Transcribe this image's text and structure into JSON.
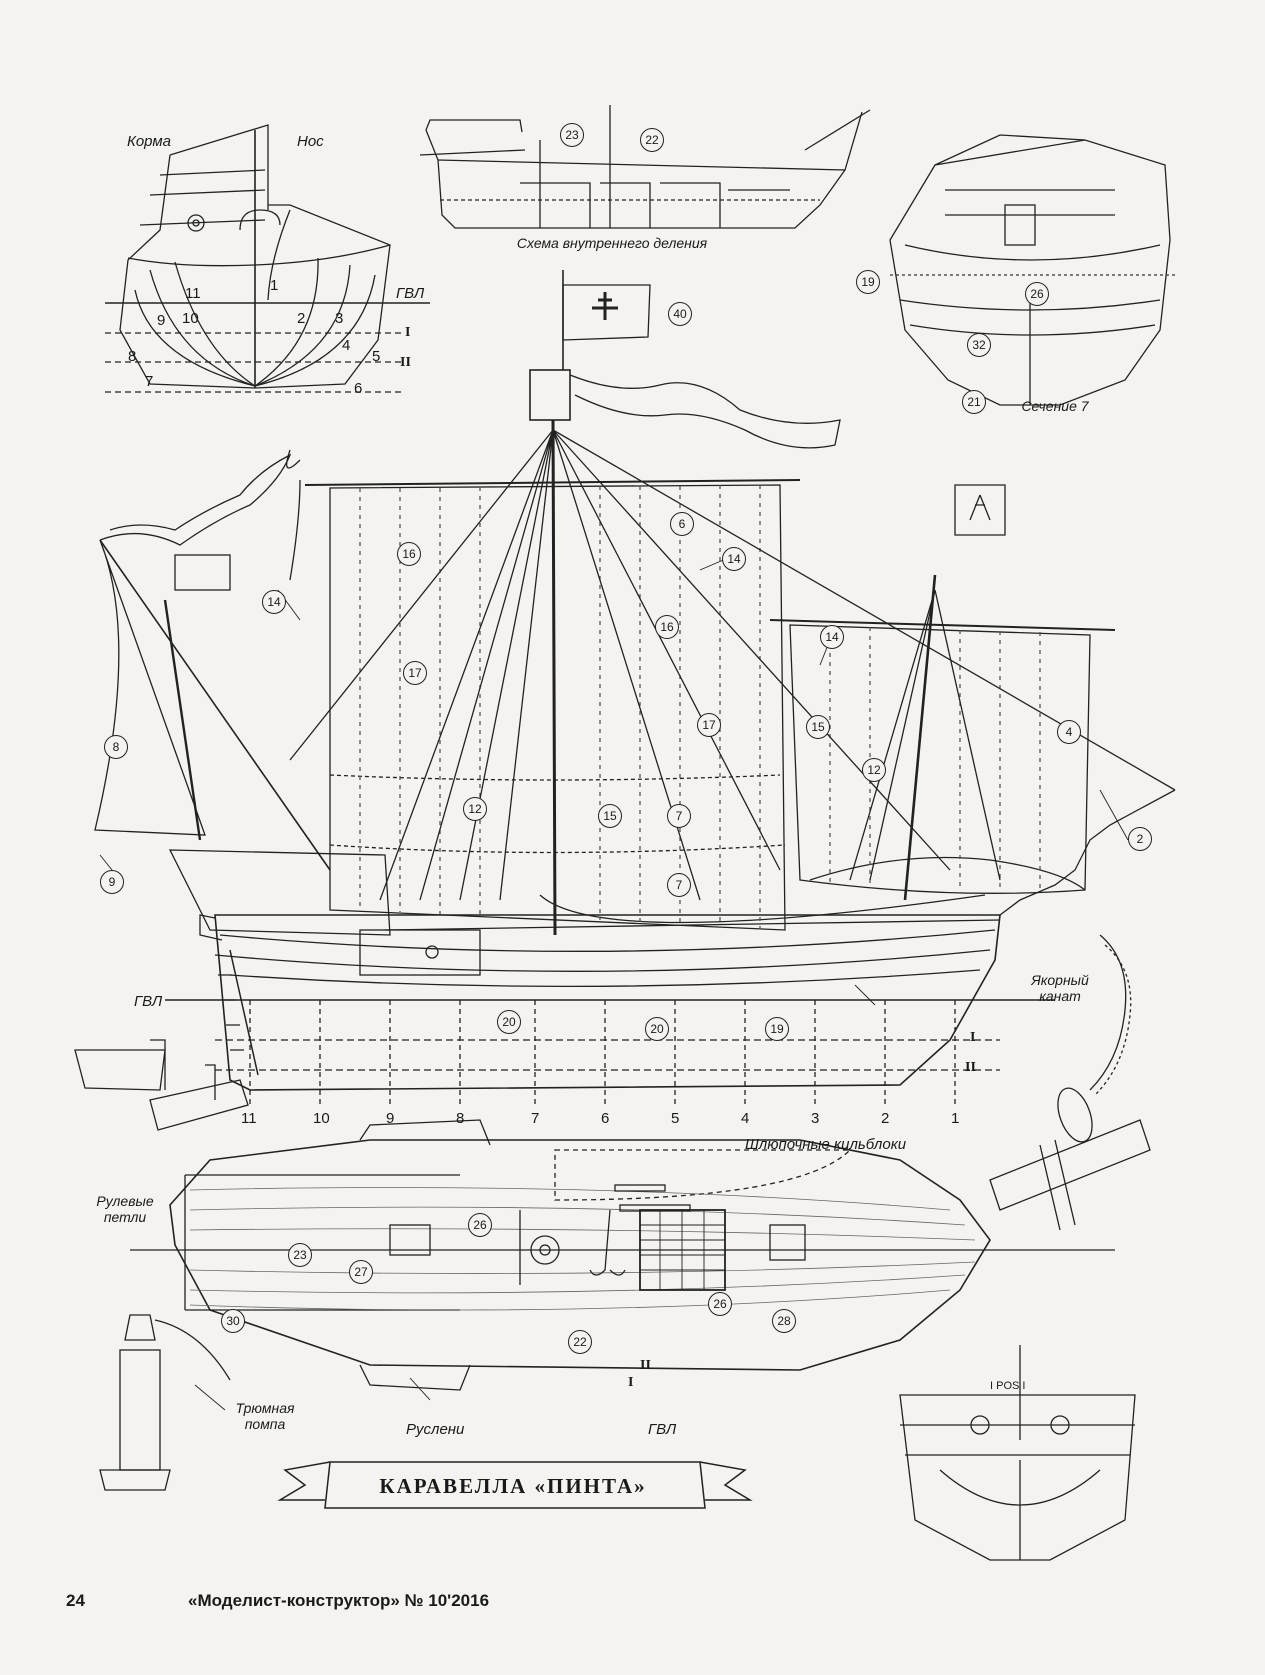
{
  "title": "КАРАВЕЛЛА «ПИНТА»",
  "footer": {
    "page_number": "24",
    "magazine": "«Моделист-конструктор» № 10'2016"
  },
  "sections_view": {
    "stern_label": "Корма",
    "bow_label": "Нос",
    "waterline_label": "ГВЛ",
    "station_numbers": [
      "11",
      "1",
      "9",
      "10",
      "2",
      "3",
      "8",
      "4",
      "5",
      "7",
      "6"
    ],
    "roman": [
      "I",
      "II"
    ]
  },
  "interior_scheme": {
    "caption": "Схема внутреннего деления",
    "callouts": [
      "23",
      "22"
    ]
  },
  "section7": {
    "caption": "Сечение 7",
    "callouts": [
      "19",
      "26",
      "32",
      "21"
    ]
  },
  "flag_callout": "40",
  "profile": {
    "waterline_label": "ГВЛ",
    "anchor_label": "Якорный\nканат",
    "roman": [
      "I",
      "II"
    ],
    "stations": [
      "11",
      "10",
      "9",
      "8",
      "7",
      "6",
      "5",
      "4",
      "3",
      "2",
      "1"
    ],
    "callouts": [
      "6",
      "16",
      "14",
      "14",
      "16",
      "14",
      "17",
      "17",
      "8",
      "4",
      "12",
      "15",
      "12",
      "15",
      "7",
      "7",
      "2",
      "9",
      "20",
      "20",
      "19"
    ]
  },
  "deck_plan": {
    "boat_chocks_label": "Шлюпочные кильблоки",
    "rudder_hinges_label": "Рулевые\nпетли",
    "bilge_pump_label": "Трюмная\nпомпа",
    "channels_label": "Руслени",
    "waterline_label": "ГВЛ",
    "roman": [
      "II",
      "I"
    ],
    "callouts": [
      "26",
      "23",
      "27",
      "30",
      "22",
      "26",
      "28"
    ]
  },
  "stern_view": {
    "lettering": "I POS I"
  }
}
